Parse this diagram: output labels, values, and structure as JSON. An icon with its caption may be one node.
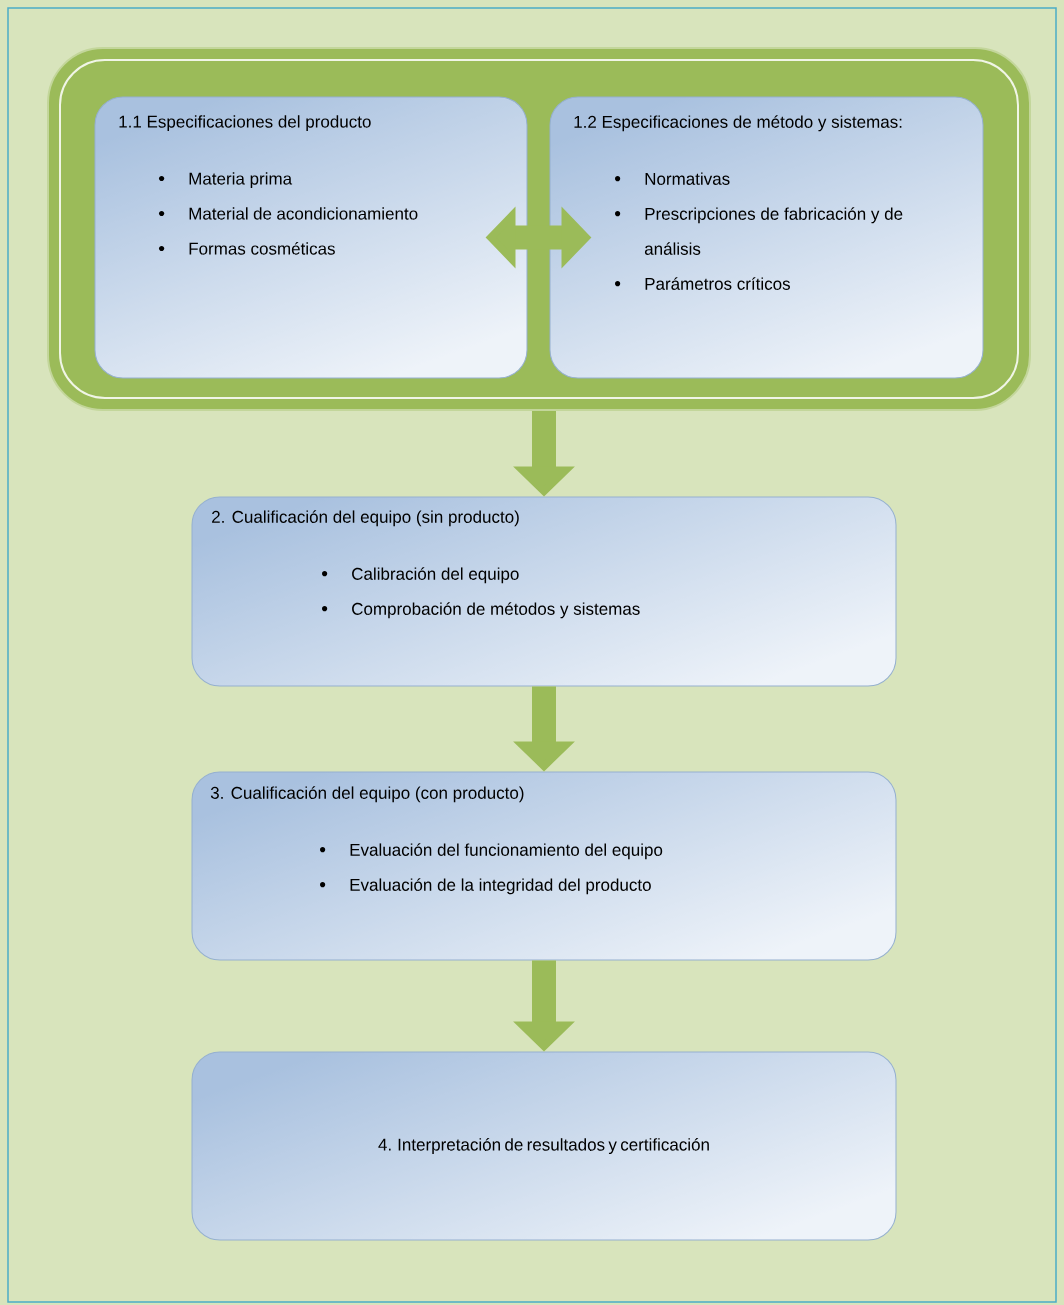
{
  "diagram": {
    "nodes": [
      {
        "text": [],
        "shape": "box"
      },
      {
        "text": [
          "1.1 Especificaciones del producto",
          "Materia prima",
          "Material de acondicionamiento",
          "Formas cosméticas"
        ],
        "in": 0
      },
      {
        "text": [
          "1.2 Especificaciones de método y sistemas:",
          "Normativas",
          "Prescripciones de fabricación y de análisis",
          "Parámetros críticos"
        ],
        "in": 0
      },
      {
        "text": [
          "2. Cualificación del equipo (sin producto)",
          "Calibración del equipo",
          "Comprobación de métodos y sistemas"
        ]
      },
      {
        "text": [
          "3. Cualificación del equipo (con producto)",
          "Evaluación del funcionamiento del equipo",
          "Evaluación de la integridad del producto"
        ]
      },
      {
        "text": [
          "4. Interpretación de resultados y certificación"
        ]
      }
    ],
    "edges": [
      {
        "from": 1,
        "to": 2,
        "arrow": "both"
      },
      {
        "from": 0,
        "to": 3,
        "arrow": "to"
      },
      {
        "from": 3,
        "to": 4,
        "arrow": "to"
      },
      {
        "from": 4,
        "to": 5,
        "arrow": "to"
      }
    ]
  }
}
